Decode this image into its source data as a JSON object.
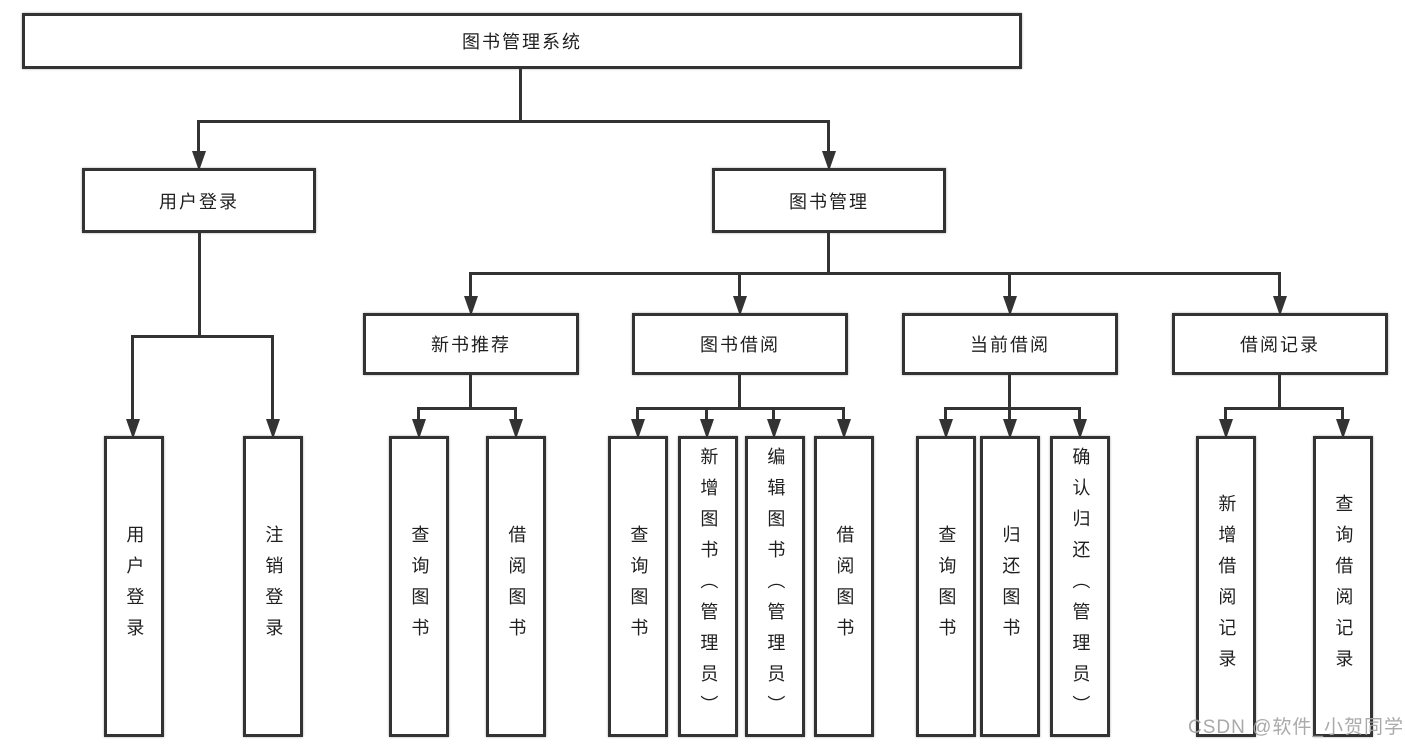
{
  "diagram_type": "hierarchy-tree",
  "colors": {
    "line": "#333333",
    "node_background": "#ffffff",
    "text": "#1f1f1f",
    "watermark": "#a5a5a5"
  },
  "watermark": {
    "text": "CSDN @软件_小贺同学"
  },
  "tree": {
    "root": {
      "label": "图书管理系统"
    },
    "children": [
      {
        "label": "用户登录",
        "children": [
          {
            "label": "用户登录"
          },
          {
            "label": "注销登录"
          }
        ]
      },
      {
        "label": "图书管理",
        "children": [
          {
            "label": "新书推荐",
            "children": [
              {
                "label": "查询图书"
              },
              {
                "label": "借阅图书"
              }
            ]
          },
          {
            "label": "图书借阅",
            "children": [
              {
                "label": "查询图书"
              },
              {
                "label": "新增图书（管理员）"
              },
              {
                "label": "编辑图书（管理员）"
              },
              {
                "label": "借阅图书"
              }
            ]
          },
          {
            "label": "当前借阅",
            "children": [
              {
                "label": "查询图书"
              },
              {
                "label": "归还图书"
              },
              {
                "label": "确认归还（管理员）"
              }
            ]
          },
          {
            "label": "借阅记录",
            "children": [
              {
                "label": "新增借阅记录"
              },
              {
                "label": "查询借阅记录"
              }
            ]
          }
        ]
      }
    ]
  }
}
